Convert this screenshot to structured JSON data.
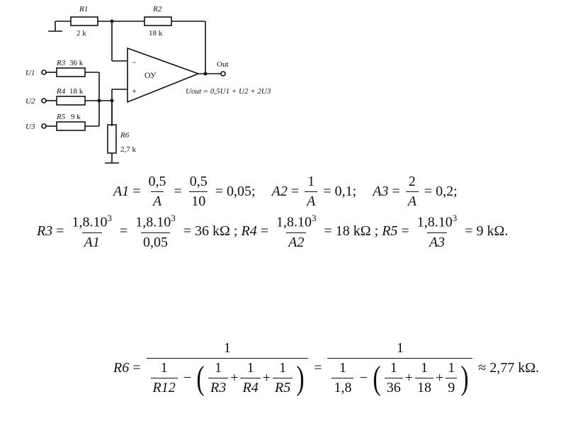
{
  "circuit": {
    "r1": "R1",
    "r1_val": "2 k",
    "r2": "R2",
    "r2_val": "18 k",
    "r3": "R3",
    "r3_val": "36 k",
    "r4": "R4",
    "r4_val": "18 k",
    "r5": "R5",
    "r5_val": "9 k",
    "r6": "R6",
    "r6_val": "2,7 k",
    "u1": "U1",
    "u2": "U2",
    "u3": "U3",
    "opamp": "ОУ",
    "minus": "−",
    "plus": "+",
    "out": "Out",
    "uout_formula": "Uout = 0,5U1 + U2 + 2U3"
  },
  "eq1": {
    "a1": "A1",
    "eq": "=",
    "n05": "0,5",
    "A": "A",
    "n10": "10",
    "r1": "= 0,05;",
    "a2": "A2",
    "n1": "1",
    "r2": "= 0,1;",
    "a3": "A3",
    "n2": "2",
    "r3": "= 0,2;"
  },
  "eq2": {
    "R3": "R3",
    "num": "1,8.10",
    "exp": "3",
    "A1": "A1",
    "d005": "0,05",
    "r3": "= 36 kΩ ;",
    "R4": "R4",
    "A2": "A2",
    "r4": "= 18 kΩ ;",
    "R5": "R5",
    "A3": "A3",
    "r5": "= 9 kΩ."
  },
  "eq3": {
    "R6": "R6",
    "one": "1",
    "R12": "R12",
    "R3": "R3",
    "R4": "R4",
    "R5": "R5",
    "v18": "1,8",
    "v36": "36",
    "v18b": "18",
    "v9": "9",
    "result": "≈ 2,77 kΩ."
  }
}
